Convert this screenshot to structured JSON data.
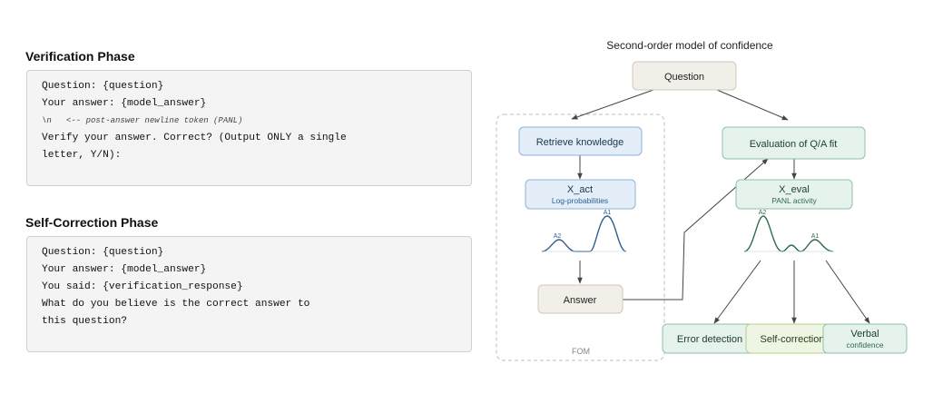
{
  "verification": {
    "title": "Verification Phase",
    "lines": [
      "Question: {question}",
      "Your answer: {model_answer}",
      "\\n   <-- post-answer newline token (PANL)",
      "Verify your answer. Correct? (Output ONLY a single",
      "letter, Y/N):"
    ]
  },
  "self_correction": {
    "title": "Self-Correction Phase",
    "lines": [
      "Question: {question}",
      "Your answer: {model_answer}",
      "You said: {verification_response}",
      "What do you believe is the correct answer to",
      "this question?"
    ]
  },
  "diagram": {
    "title": "Second-order model of confidence",
    "question": "Question",
    "retrieve": "Retrieve knowledge",
    "x_act": "X_act",
    "x_act_sub": "Log-probabilities",
    "answer": "Answer",
    "fom": "FOM",
    "evaluation": "Evaluation of Q/A fit",
    "x_eval": "X_eval",
    "x_eval_sub": "PANL activity",
    "left_peak_a1": "A1",
    "left_peak_a2": "A2",
    "right_peak_a1": "A1",
    "right_peak_a2": "A2",
    "error_detection": "Error detection",
    "self_correction": "Self-correction",
    "verbal": "Verbal",
    "verbal_sub": "confidence"
  },
  "colors": {
    "blue_fill": "#e3eef9",
    "blue_stroke": "#8fb3d9",
    "blue_curve": "#2f5f8f",
    "green_fill": "#e6f3ec",
    "green_stroke": "#8fc2a6",
    "green_curve": "#2e6b4a",
    "neutral_fill": "#f2efe9",
    "neutral_stroke": "#cfc8bb",
    "yellow_fill": "#eef5e2"
  }
}
